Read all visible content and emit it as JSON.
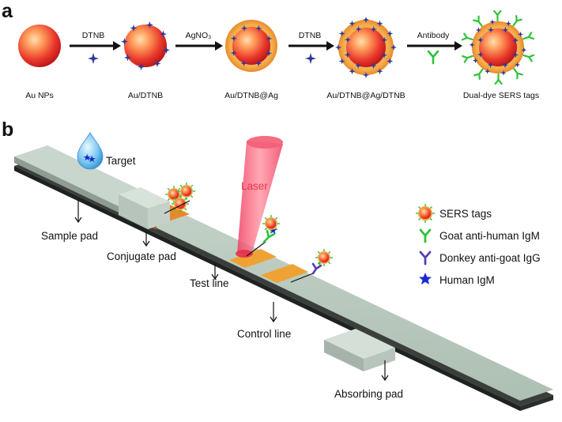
{
  "panel_a": {
    "letter": "a",
    "labels": [
      "Au NPs",
      "Au/DTNB",
      "Au/DTNB@Ag",
      "Au/DTNB@Ag/DTNB",
      "Dual-dye SERS tags"
    ],
    "arrows": [
      "DTNB",
      "AgNO₃",
      "DTNB",
      "Antibody"
    ]
  },
  "panel_b": {
    "letter": "b",
    "target": "Target",
    "laser": "Laser",
    "labels": {
      "sample_pad": "Sample pad",
      "conjugate_pad": "Conjugate pad",
      "test_line": "Test line",
      "control_line": "Control line",
      "absorbing_pad": "Absorbing pad"
    },
    "legend": [
      {
        "icon": "sers-tag",
        "label": "SERS tags"
      },
      {
        "icon": "goat-antibody",
        "label": "Goat anti-human IgM"
      },
      {
        "icon": "donkey-antibody",
        "label": "Donkey anti-goat IgG"
      },
      {
        "icon": "human-igm-star",
        "label": "Human IgM"
      }
    ]
  },
  "colors": {
    "gold_core": "#e8362a",
    "silver_shell": "#f0a040",
    "dtnb": "#2c3a9c",
    "antibody_green": "#2ec23a",
    "antibody_purple": "#5a3fb0",
    "star_blue": "#1a2ad0",
    "laser": "#f0506a",
    "strip": "#b8c7bc",
    "pad_orange": "#f0a030"
  }
}
